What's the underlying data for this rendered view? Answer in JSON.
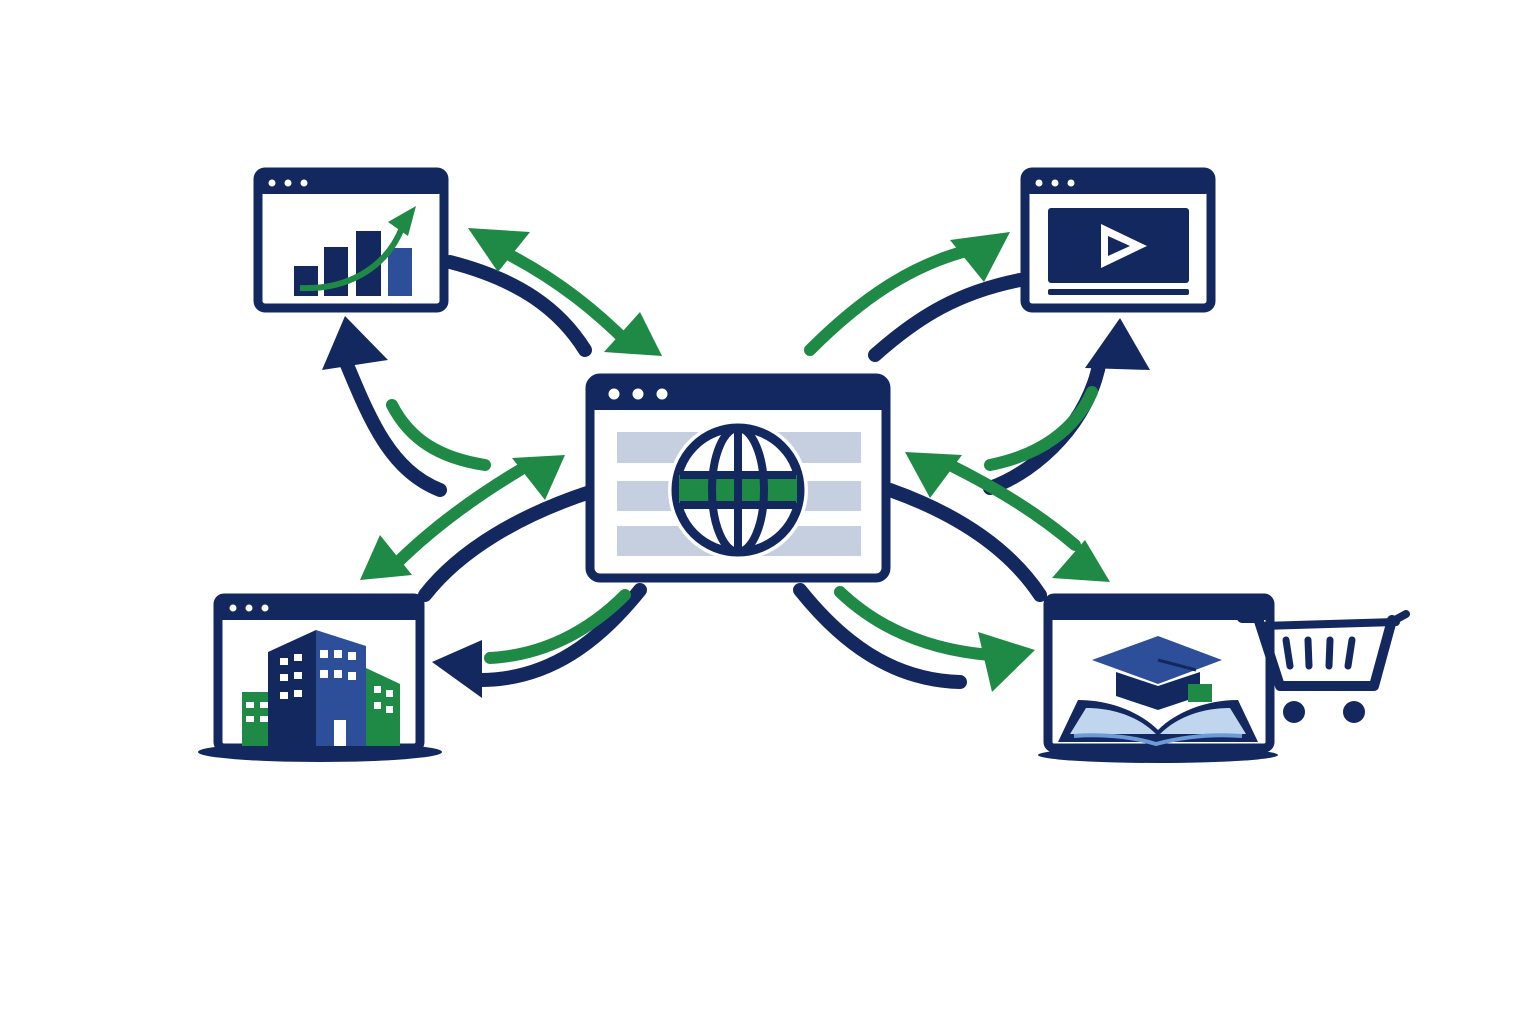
{
  "colors": {
    "navy": "#13285e",
    "green": "#1f8a45",
    "blue": "#2d4f9a",
    "light_blue": "#c5cfe0",
    "page": "#ffffff"
  },
  "nodes": [
    {
      "id": "hub",
      "icon": "globe-icon",
      "role": "central-website"
    },
    {
      "id": "analytics",
      "icon": "bar-chart-growth-icon"
    },
    {
      "id": "video",
      "icon": "video-play-icon"
    },
    {
      "id": "business",
      "icon": "office-buildings-icon"
    },
    {
      "id": "education",
      "icon": "graduation-cap-book-icon"
    },
    {
      "id": "shopping",
      "icon": "shopping-cart-icon"
    }
  ],
  "connections": [
    {
      "from": "hub",
      "to": "analytics",
      "style": "bidirectional"
    },
    {
      "from": "hub",
      "to": "video",
      "style": "bidirectional"
    },
    {
      "from": "hub",
      "to": "business",
      "style": "bidirectional"
    },
    {
      "from": "hub",
      "to": "education",
      "style": "bidirectional"
    },
    {
      "from": "analytics",
      "to": "business",
      "style": "bidirectional"
    },
    {
      "from": "video",
      "to": "hub",
      "style": "bidirectional"
    }
  ]
}
